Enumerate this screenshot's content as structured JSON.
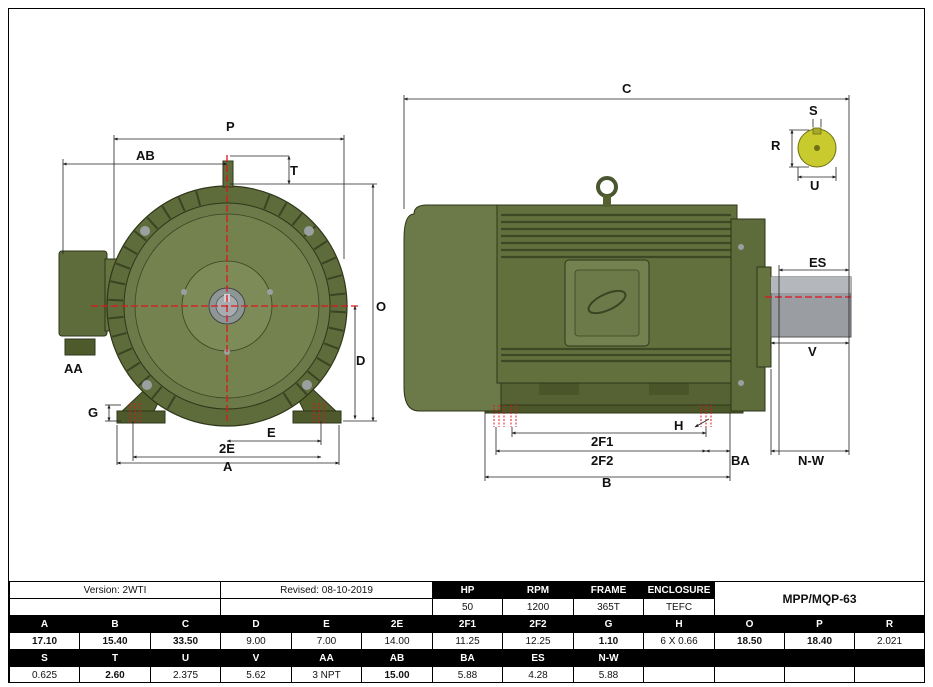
{
  "dimension_labels": {
    "P": "P",
    "AB": "AB",
    "T": "T",
    "O": "O",
    "D": "D",
    "AA": "AA",
    "G": "G",
    "E": "E",
    "2E": "2E",
    "A": "A",
    "C": "C",
    "S": "S",
    "R": "R",
    "U": "U",
    "ES": "ES",
    "V": "V",
    "H": "H",
    "2F1": "2F1",
    "2F2": "2F2",
    "BA": "BA",
    "N-W": "N-W",
    "B": "B"
  },
  "colors": {
    "motor_body": "#6b7a48",
    "motor_dark": "#4a5630",
    "motor_light": "#8a9762",
    "shaft": "#9a9ea3",
    "shaft_key": "#c8ca2e",
    "centerline": "#e0151b"
  },
  "info": {
    "version": "Version: 2WTI",
    "revised": "Revised: 08-10-2019",
    "model": "MPP/MQP-63"
  },
  "ratings": {
    "headers": [
      "HP",
      "RPM",
      "FRAME",
      "ENCLOSURE"
    ],
    "values": [
      "50",
      "1200",
      "365T",
      "TEFC"
    ]
  },
  "dims_row1": {
    "headers": [
      "A",
      "B",
      "C",
      "D",
      "E",
      "2E",
      "2F1",
      "2F2",
      "G",
      "H",
      "O",
      "P",
      "R"
    ],
    "values": [
      "17.10",
      "15.40",
      "33.50",
      "9.00",
      "7.00",
      "14.00",
      "11.25",
      "12.25",
      "1.10",
      "6 X 0.66",
      "18.50",
      "18.40",
      "2.021"
    ]
  },
  "dims_row2": {
    "headers": [
      "S",
      "T",
      "U",
      "V",
      "AA",
      "AB",
      "BA",
      "ES",
      "N-W"
    ],
    "values": [
      "0.625",
      "2.60",
      "2.375",
      "5.62",
      "3 NPT",
      "15.00",
      "5.88",
      "4.28",
      "5.88"
    ]
  }
}
